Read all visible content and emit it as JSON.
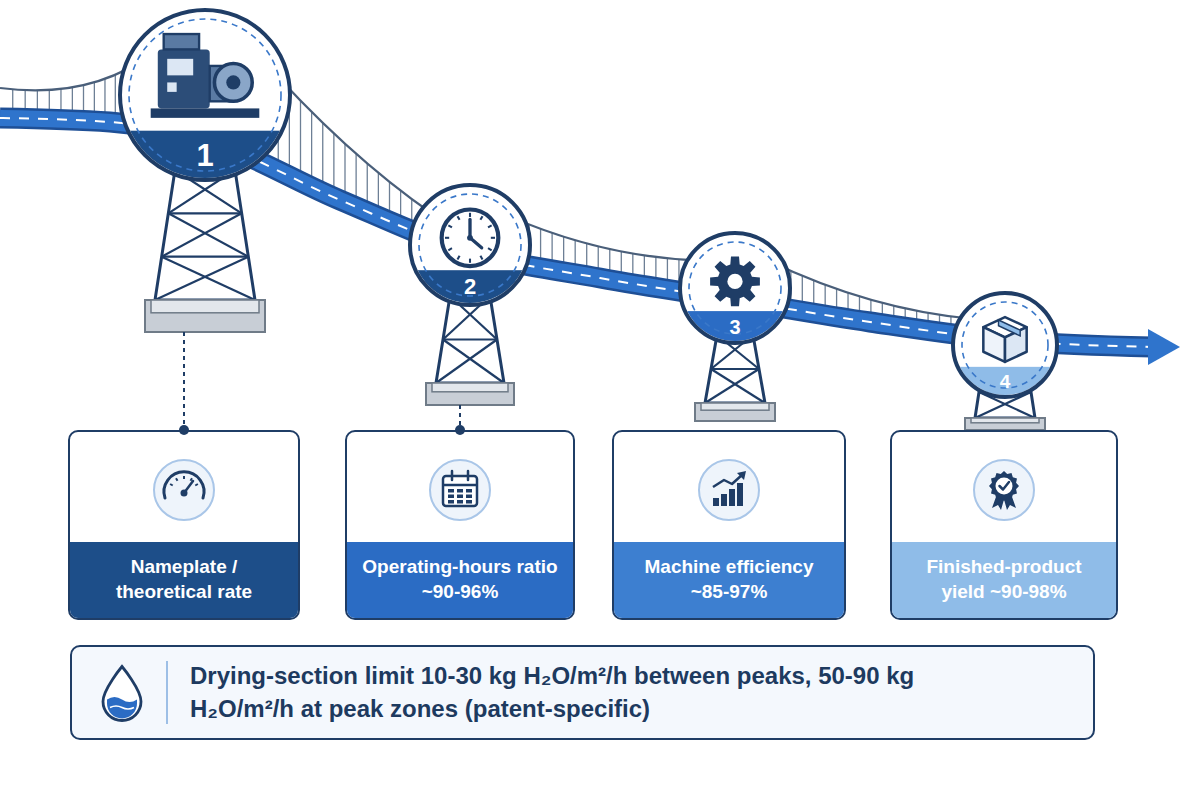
{
  "diagram": {
    "nodes": [
      {
        "text": [
          "1"
        ]
      },
      {
        "text": [
          "2"
        ]
      },
      {
        "text": [
          "3"
        ]
      },
      {
        "text": [
          "4"
        ]
      },
      {
        "text": [
          "Nameplate / theoretical rate"
        ]
      },
      {
        "text": [
          "Operating-hours ratio ~90-96%"
        ]
      },
      {
        "text": [
          "Machine efficiency ~85-97%"
        ]
      },
      {
        "text": [
          "Finished-product yield ~90-98%"
        ]
      },
      {
        "text": [
          "Drying-section limit 10-30 kg H₂O/m²/h between peaks, 50-90 kg H₂O/m²/h at peak zones (patent-specific)"
        ]
      }
    ],
    "edges": [
      {
        "from": 0,
        "to": 4,
        "arrow": "none"
      },
      {
        "from": 1,
        "to": 5,
        "arrow": "none"
      }
    ]
  }
}
